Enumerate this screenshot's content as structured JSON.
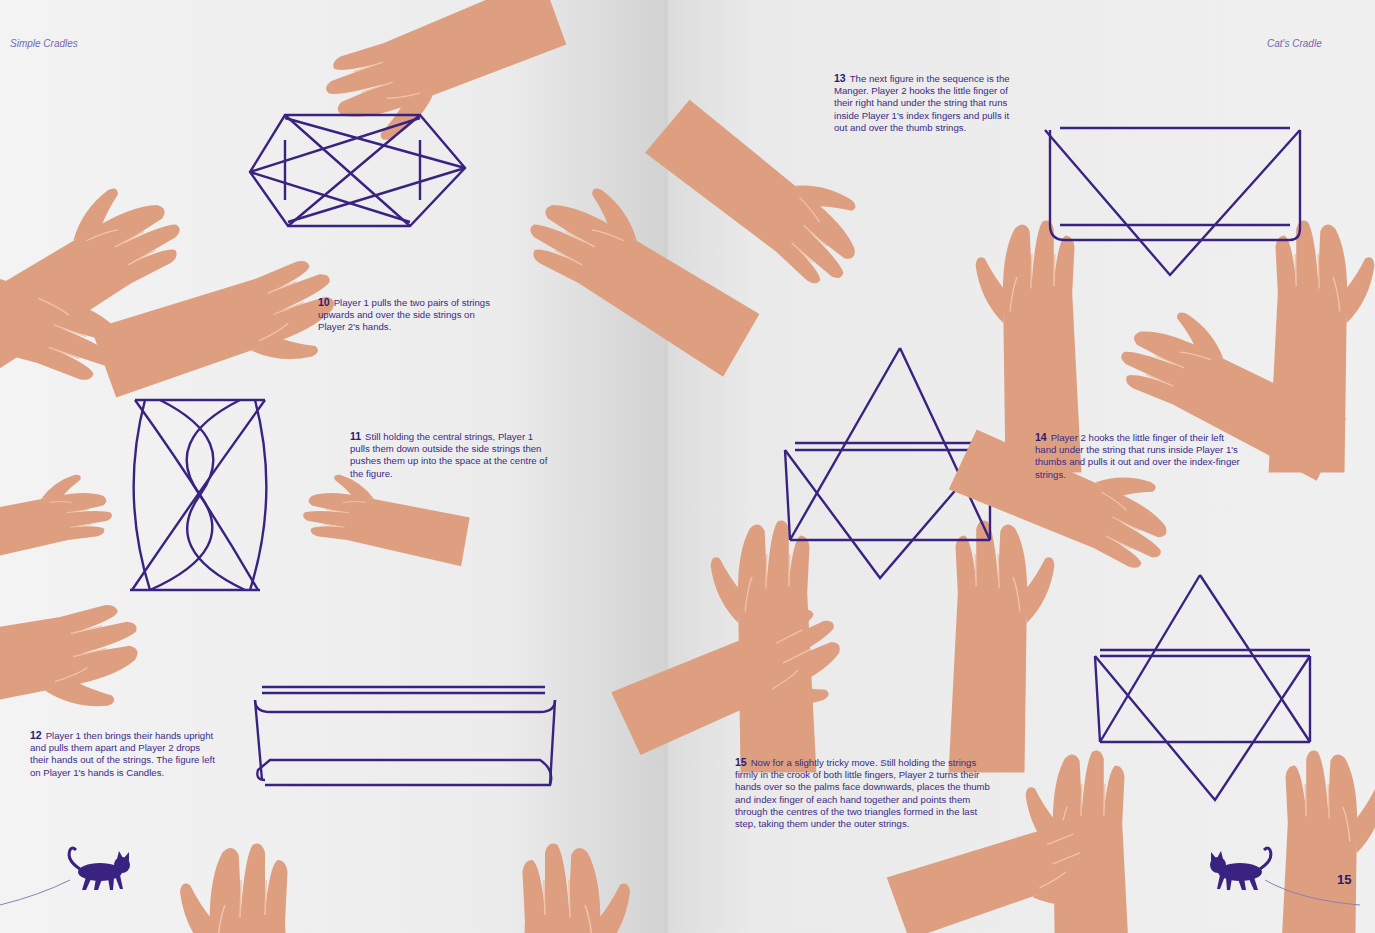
{
  "diagram": {
    "labels": [
      "Simple Cradles",
      "Cat's Cradle",
      "10",
      "Player 1 pulls the two pairs of strings upwards and over the side strings on Player 2's hands.",
      "11",
      "Still holding the central strings, Player 1 pulls them down outside the side strings then pushes them up into the space at the centre of the figure.",
      "12",
      "Player 1 then brings their hands upright and pulls them apart and Player 2 drops their hands out of the strings. The figure left on Player 1's hands is Candles.",
      "13",
      "The next figure in the sequence is the Manger. Player 2 hooks the little finger of their right hand under the string that runs inside Player 1's index fingers and pulls it out and over the thumb strings.",
      "14",
      "Player 2 hooks the little finger of their left hand under the string that runs inside Player 1's thumbs and pulls it out and over the index-finger strings.",
      "15",
      "Now for a slightly tricky move. Still holding the strings firmly in the crook of both little fingers, Player 2 turns their hands over so the palms face downwards, places the thumb and index finger of each hand together and points them through the centres of the two triangles formed in the last step, taking them under the outer strings.",
      "15"
    ]
  }
}
